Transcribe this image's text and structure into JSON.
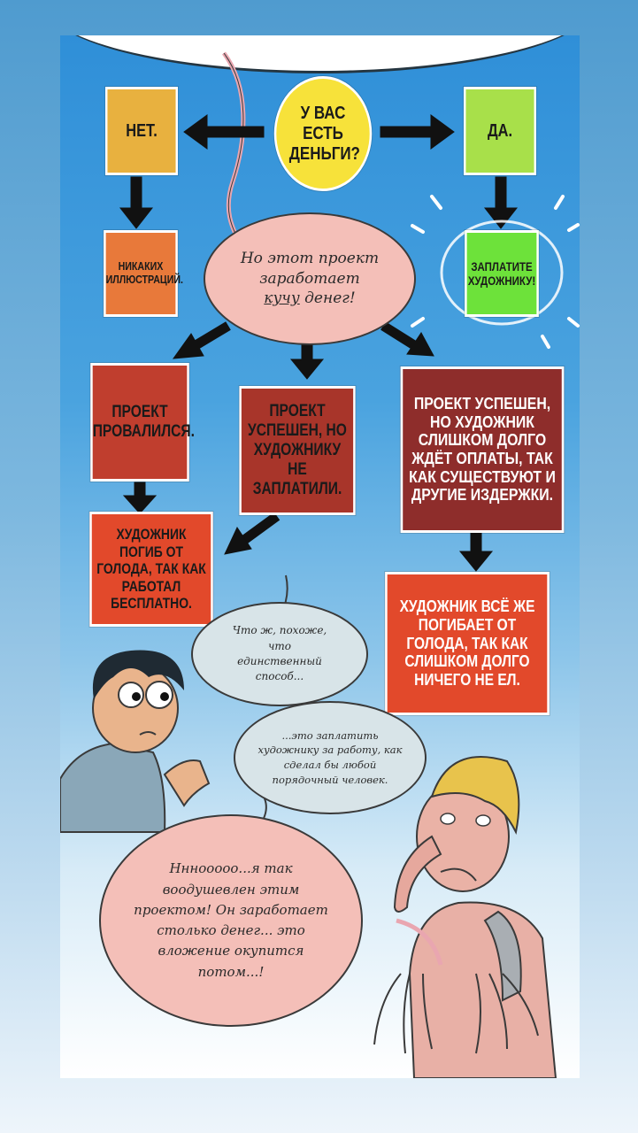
{
  "flowchart": {
    "question": "У ВАС ЕСТЬ ДЕНЬГИ?",
    "no": "НЕТ.",
    "yes": "ДА.",
    "no_illustrations": "НИКАКИХ ИЛЛЮСТРАЦИЙ.",
    "pay_artist": "ЗАПЛАТИТЕ ХУДОЖНИКУ!",
    "project_failed": "ПРОЕКТ ПРОВАЛИЛСЯ.",
    "success_not_paid": "ПРОЕКТ УСПЕШЕН, НО ХУДОЖНИКУ НЕ ЗАПЛАТИЛИ.",
    "success_late": "ПРОЕКТ УСПЕШЕН, НО ХУДОЖНИК СЛИШКОМ ДОЛГО ЖДЁТ ОПЛАТЫ, ТАК КАК СУЩЕСТВУЮТ И ДРУГИЕ ИЗДЕРЖКИ.",
    "starved_free": "ХУДОЖНИК ПОГИБ ОТ ГОЛОДА, ТАК КАК РАБОТАЛ БЕСПЛАТНО.",
    "starved_late": "ХУДОЖНИК ВСЁ ЖЕ ПОГИБАЕТ ОТ ГОЛОДА, ТАК КАК СЛИШКОМ ДОЛГО НИЧЕГО НЕ ЕЛ."
  },
  "bubbles": {
    "project_money_pre": "Но этот проект заработает",
    "project_money_emph": "кучу",
    "project_money_post": "денег!",
    "only_way": "Что ж, похоже, что единственный способ...",
    "pay_the_artist": "...это заплатить художнику за работу, как сделал бы любой порядочный человек.",
    "excited": "Нннооооо...я так воодушевлен этим проектом! Он заработает столько денег... это вложение окупится потом...!"
  },
  "colors": {
    "question": "#f7e23a",
    "no": "#e8b13f",
    "yes": "#a8e04a",
    "no_illustrations": "#e8793a",
    "pay_artist": "#6de23a",
    "dark_red": "#b33a2c",
    "darker_red": "#8e2d2b",
    "bright_red": "#e2492b",
    "bubble_pink": "#f4bfb8",
    "bubble_grey": "#d8e4e8"
  }
}
